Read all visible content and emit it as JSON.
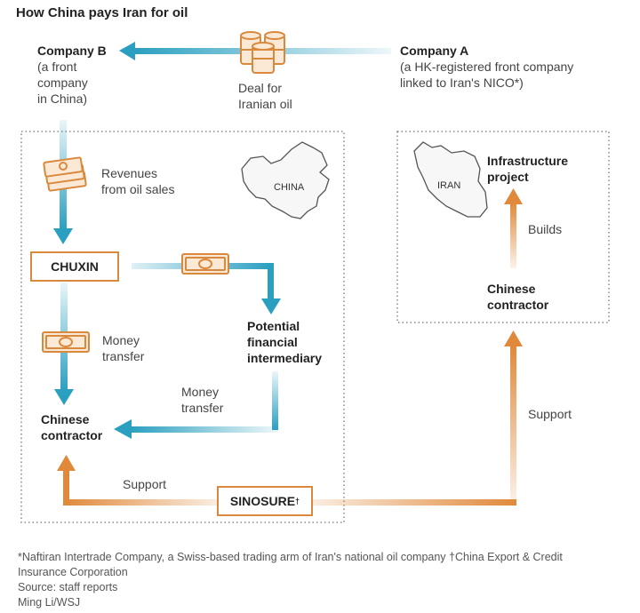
{
  "title": "How China pays Iran for oil",
  "company_b": {
    "name": "Company B",
    "desc": [
      "(a front",
      "company",
      "in China)"
    ]
  },
  "company_a": {
    "name": "Company A",
    "desc": [
      "(a HK-registered front company",
      "linked to Iran's NICO*)"
    ]
  },
  "deal": [
    "Deal for",
    "Iranian oil"
  ],
  "revenues": [
    "Revenues",
    "from oil sales"
  ],
  "china_map_label": "CHINA",
  "iran_map_label": "IRAN",
  "chuxin": "CHUXIN",
  "money_transfer_left": [
    "Money",
    "transfer"
  ],
  "money_transfer_right": [
    "Money",
    "transfer"
  ],
  "intermediary": [
    "Potential",
    "financial",
    "intermediary"
  ],
  "chinese_contractor_left": [
    "Chinese",
    "contractor"
  ],
  "infrastructure": [
    "Infrastructure",
    "project"
  ],
  "builds": "Builds",
  "chinese_contractor_right": [
    "Chinese",
    "contractor"
  ],
  "support_left": "Support",
  "support_right": "Support",
  "sinosure": "SINOSURE",
  "sinosure_mark": "†",
  "footnotes": {
    "line1": "*Naftiran Intertrade Company, a Swiss-based trading arm of Iran's national oil company  †China Export & Credit",
    "line2": "Insurance Corporation",
    "source": "Source: staff reports",
    "credit": "Ming Li/WSJ"
  },
  "colors": {
    "blue": "#2a9fc0",
    "orange": "#e0893a",
    "box_border": "#d9893e"
  }
}
